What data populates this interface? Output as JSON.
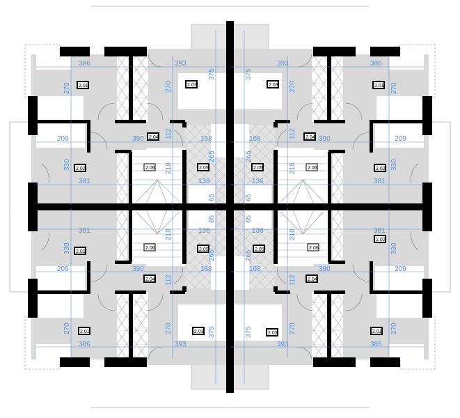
{
  "plan": {
    "colors": {
      "wall": "#000000",
      "floor": "#d9d9d9",
      "tile": "#e2e2e2",
      "dim": "#5b8fd6",
      "outline": "#9a9a9a"
    },
    "units": [
      {
        "id": "top-left",
        "mx": 0,
        "my": 0
      },
      {
        "id": "top-right",
        "mx": 1,
        "my": 0
      },
      {
        "id": "bottom-left",
        "mx": 0,
        "my": 1
      },
      {
        "id": "bottom-right",
        "mx": 1,
        "my": 1
      }
    ],
    "rooms": {
      "r201": "2.01",
      "r202": "2.02",
      "r203": "2.03",
      "r204": "2.04",
      "r205": "2.05",
      "r206": "2.06"
    },
    "dims": {
      "d386": "386",
      "d393": "393",
      "d375": "375",
      "d270a": "270",
      "d270b": "270",
      "d209": "209",
      "d390": "390",
      "d168": "168",
      "d112": "112",
      "d330": "330",
      "d381": "381",
      "d218": "218",
      "d265": "265",
      "d136": "136",
      "d65": "65",
      "d218v": "218"
    }
  }
}
